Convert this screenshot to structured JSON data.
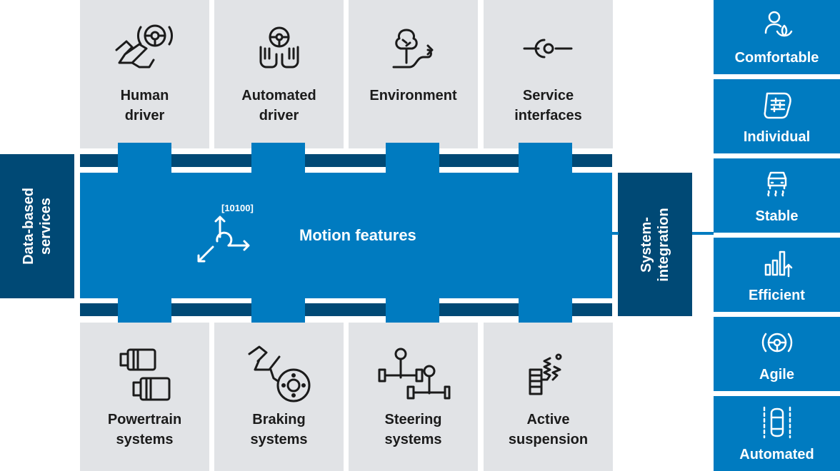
{
  "top_inputs": [
    {
      "icon": "human-driver-icon",
      "label": "Human\ndriver"
    },
    {
      "icon": "automated-driver-icon",
      "label": "Automated\ndriver"
    },
    {
      "icon": "environment-icon",
      "label": "Environment"
    },
    {
      "icon": "service-interface-icon",
      "label": "Service\ninterfaces"
    }
  ],
  "bottom_systems": [
    {
      "icon": "powertrain-icon",
      "label": "Powertrain\nsystems"
    },
    {
      "icon": "braking-icon",
      "label": "Braking\nsystems"
    },
    {
      "icon": "steering-icon",
      "label": "Steering\nsystems"
    },
    {
      "icon": "suspension-icon",
      "label": "Active\nsuspension"
    }
  ],
  "left_block": {
    "label": "Data-based\nservices"
  },
  "right_block": {
    "label": "System-\nintegration"
  },
  "core": {
    "label": "Motion features",
    "code": "[10100]"
  },
  "qualities": [
    {
      "icon": "person-lotus-icon",
      "label": "Comfortable"
    },
    {
      "icon": "settings-sliders-icon",
      "label": "Individual"
    },
    {
      "icon": "car-stability-icon",
      "label": "Stable"
    },
    {
      "icon": "efficiency-bars-icon",
      "label": "Efficient"
    },
    {
      "icon": "agile-steering-icon",
      "label": "Agile"
    },
    {
      "icon": "automated-car-icon",
      "label": "Automated"
    }
  ],
  "colors": {
    "dark_blue": "#004975",
    "blue": "#007bc0",
    "card_gray": "#e1e3e6",
    "text": "#1b1b1b"
  }
}
